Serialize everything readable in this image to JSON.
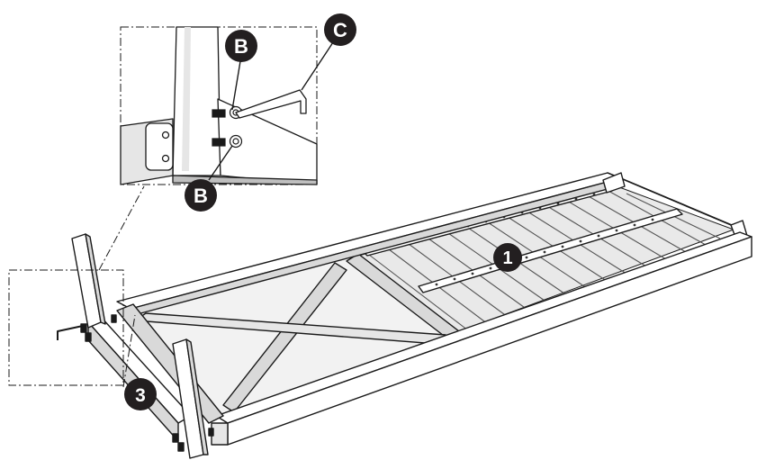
{
  "diagram": {
    "type": "assembly-instruction",
    "parts": [
      {
        "label": "1"
      },
      {
        "label": "3"
      },
      {
        "label": "B"
      },
      {
        "label": "B"
      },
      {
        "label": "C"
      }
    ],
    "colors": {
      "badge": "#231f20",
      "badge_text": "#ffffff",
      "wood": "#ffffff",
      "wood_shade": "#e6e6e6",
      "wood_dark": "#bfbfbf",
      "outline": "#1a1a1a"
    }
  }
}
